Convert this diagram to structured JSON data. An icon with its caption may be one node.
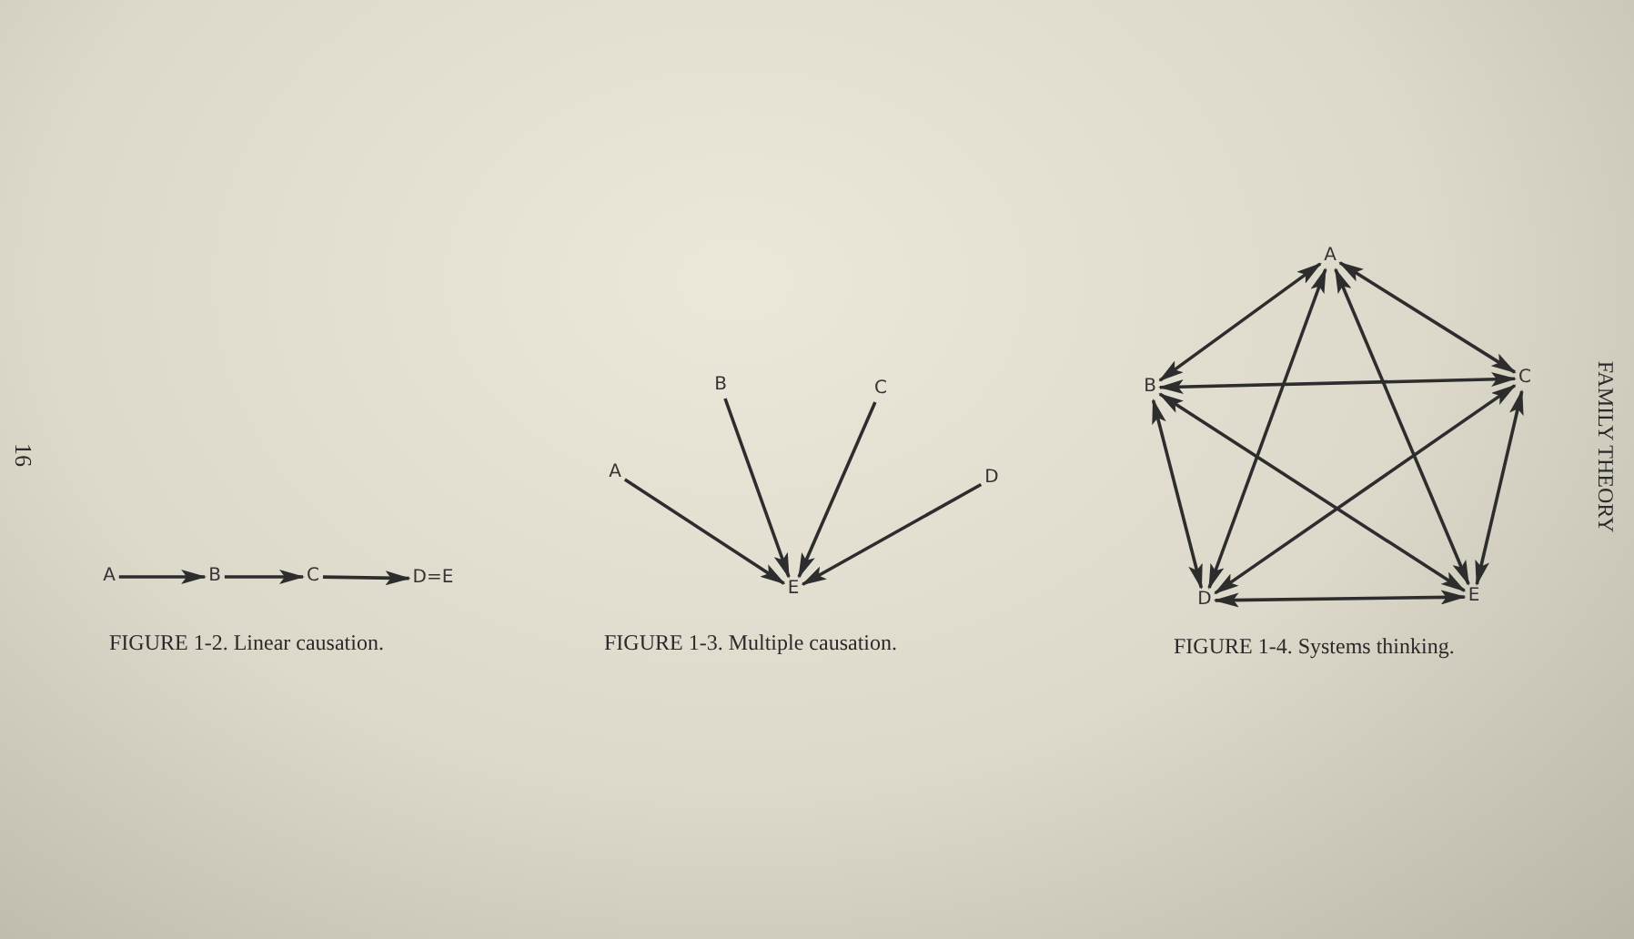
{
  "diagram": {
    "nodes": [
      {
        "text": [
          "A"
        ]
      },
      {
        "text": [
          "B"
        ]
      },
      {
        "text": [
          "C"
        ]
      },
      {
        "text": [
          "D=E"
        ]
      },
      {
        "text": [
          "A"
        ]
      },
      {
        "text": [
          "B"
        ]
      },
      {
        "text": [
          "C"
        ]
      },
      {
        "text": [
          "D"
        ]
      },
      {
        "text": [
          "E"
        ]
      },
      {
        "text": [
          "A"
        ]
      },
      {
        "text": [
          "B"
        ]
      },
      {
        "text": [
          "C"
        ]
      },
      {
        "text": [
          "D"
        ]
      },
      {
        "text": [
          "E"
        ]
      }
    ],
    "edges": [
      {
        "from": 0,
        "to": 1,
        "arrow": "to"
      },
      {
        "from": 1,
        "to": 2,
        "arrow": "to"
      },
      {
        "from": 2,
        "to": 3,
        "arrow": "to"
      },
      {
        "from": 4,
        "to": 8,
        "arrow": "to"
      },
      {
        "from": 5,
        "to": 8,
        "arrow": "to"
      },
      {
        "from": 6,
        "to": 8,
        "arrow": "to"
      },
      {
        "from": 7,
        "to": 8,
        "arrow": "to"
      },
      {
        "from": 9,
        "to": 10,
        "arrow": "both"
      },
      {
        "from": 9,
        "to": 11,
        "arrow": "both"
      },
      {
        "from": 9,
        "to": 12,
        "arrow": "both"
      },
      {
        "from": 9,
        "to": 13,
        "arrow": "both"
      },
      {
        "from": 10,
        "to": 11,
        "arrow": "both"
      },
      {
        "from": 10,
        "to": 12,
        "arrow": "both"
      },
      {
        "from": 10,
        "to": 13,
        "arrow": "both"
      },
      {
        "from": 11,
        "to": 12,
        "arrow": "both"
      },
      {
        "from": 11,
        "to": 13,
        "arrow": "both"
      },
      {
        "from": 12,
        "to": 13,
        "arrow": "both"
      }
    ],
    "labels": [
      "16",
      "FIGURE 1-2. Linear causation.",
      "FIGURE 1-3. Multiple causation.",
      "FIGURE 1-4. Systems thinking.",
      "FAMILY THEORY"
    ]
  }
}
